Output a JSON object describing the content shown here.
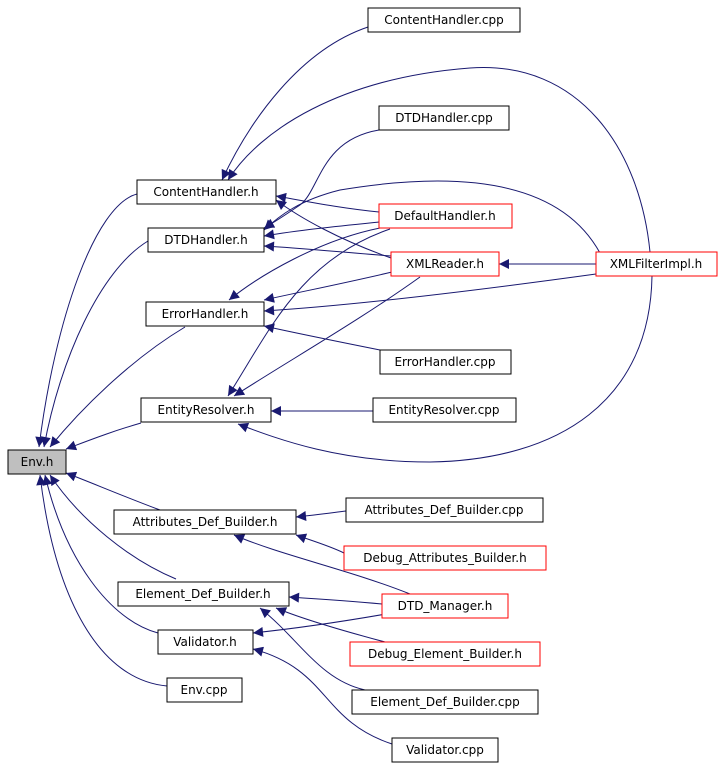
{
  "nodes": [
    {
      "id": "env_h",
      "label": "Env.h",
      "color": "#000000",
      "root": true
    },
    {
      "id": "contenthandler_cpp",
      "label": "ContentHandler.cpp",
      "color": "#000000"
    },
    {
      "id": "contenthandler_h",
      "label": "ContentHandler.h",
      "color": "#000000"
    },
    {
      "id": "dtdhandler_cpp",
      "label": "DTDHandler.cpp",
      "color": "#000000"
    },
    {
      "id": "defaulthandler_h",
      "label": "DefaultHandler.h",
      "color": "#ff0000"
    },
    {
      "id": "dtdhandler_h",
      "label": "DTDHandler.h",
      "color": "#000000"
    },
    {
      "id": "xmlreader_h",
      "label": "XMLReader.h",
      "color": "#ff0000"
    },
    {
      "id": "xmlfilterimpl_h",
      "label": "XMLFilterImpl.h",
      "color": "#ff0000"
    },
    {
      "id": "errorhandler_h",
      "label": "ErrorHandler.h",
      "color": "#000000"
    },
    {
      "id": "errorhandler_cpp",
      "label": "ErrorHandler.cpp",
      "color": "#000000"
    },
    {
      "id": "entityresolver_h",
      "label": "EntityResolver.h",
      "color": "#000000"
    },
    {
      "id": "entityresolver_cpp",
      "label": "EntityResolver.cpp",
      "color": "#000000"
    },
    {
      "id": "attributes_def_builder_h",
      "label": "Attributes_Def_Builder.h",
      "color": "#000000"
    },
    {
      "id": "attributes_def_builder_cpp",
      "label": "Attributes_Def_Builder.cpp",
      "color": "#000000"
    },
    {
      "id": "debug_attributes_builder_h",
      "label": "Debug_Attributes_Builder.h",
      "color": "#ff0000"
    },
    {
      "id": "element_def_builder_h",
      "label": "Element_Def_Builder.h",
      "color": "#000000"
    },
    {
      "id": "dtd_manager_h",
      "label": "DTD_Manager.h",
      "color": "#ff0000"
    },
    {
      "id": "validator_h",
      "label": "Validator.h",
      "color": "#000000"
    },
    {
      "id": "debug_element_builder_h",
      "label": "Debug_Element_Builder.h",
      "color": "#ff0000"
    },
    {
      "id": "env_cpp",
      "label": "Env.cpp",
      "color": "#000000"
    },
    {
      "id": "element_def_builder_cpp",
      "label": "Element_Def_Builder.cpp",
      "color": "#000000"
    },
    {
      "id": "validator_cpp",
      "label": "Validator.cpp",
      "color": "#000000"
    }
  ],
  "edge_color": "#191970"
}
